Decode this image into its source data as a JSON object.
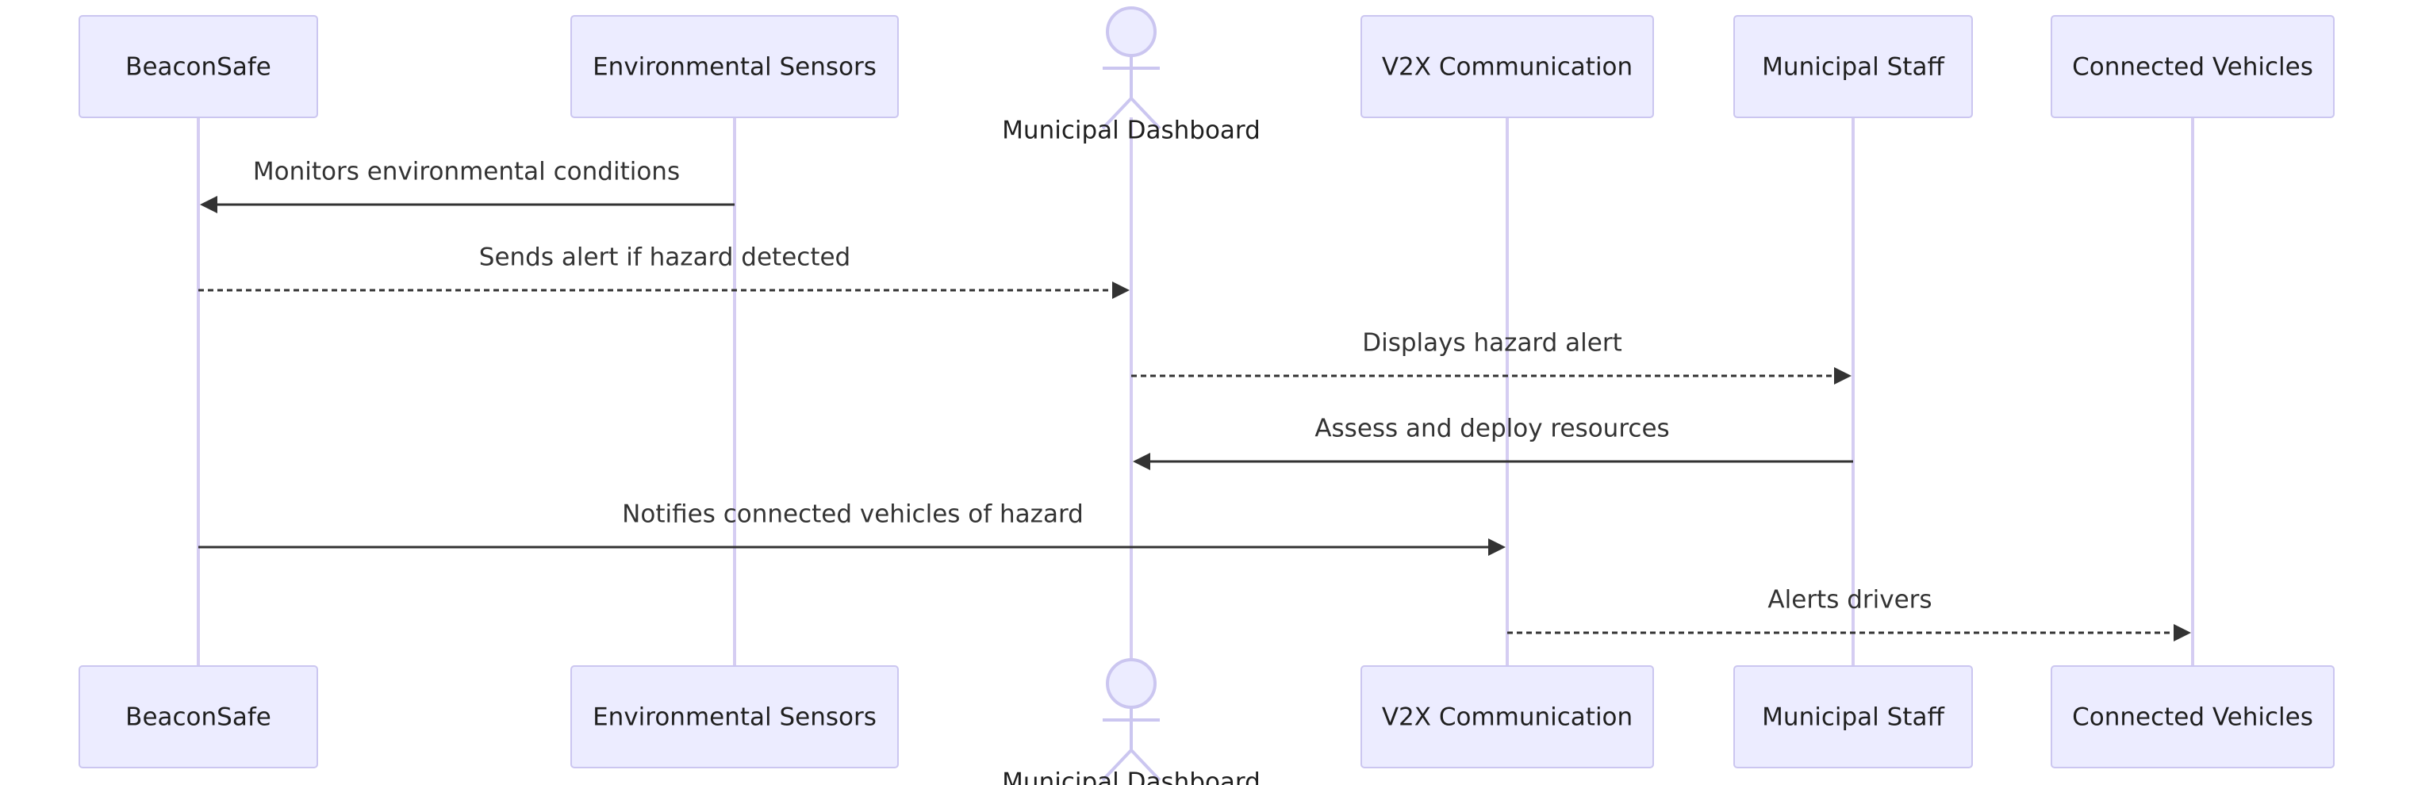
{
  "participants": [
    {
      "id": "beacon",
      "label": "BeaconSafe",
      "type": "box"
    },
    {
      "id": "sensors",
      "label": "Environmental Sensors",
      "type": "box"
    },
    {
      "id": "dashboard",
      "label": "Municipal Dashboard",
      "type": "actor"
    },
    {
      "id": "v2x",
      "label": "V2X Communication",
      "type": "box"
    },
    {
      "id": "staff",
      "label": "Municipal Staff",
      "type": "box"
    },
    {
      "id": "vehicles",
      "label": "Connected Vehicles",
      "type": "box"
    }
  ],
  "messages": [
    {
      "from": "sensors",
      "to": "beacon",
      "text": "Monitors environmental conditions",
      "style": "solid"
    },
    {
      "from": "beacon",
      "to": "dashboard",
      "text": "Sends alert if hazard detected",
      "style": "dotted"
    },
    {
      "from": "dashboard",
      "to": "staff",
      "text": "Displays hazard alert",
      "style": "dotted"
    },
    {
      "from": "staff",
      "to": "dashboard",
      "text": "Assess and deploy resources",
      "style": "solid"
    },
    {
      "from": "beacon",
      "to": "v2x",
      "text": "Notifies connected vehicles of hazard",
      "style": "solid"
    },
    {
      "from": "v2x",
      "to": "vehicles",
      "text": "Alerts drivers",
      "style": "dotted"
    }
  ],
  "colors": {
    "actor_fill": "#ececff",
    "actor_border": "#cbc6f0",
    "lifeline": "#d5cdf2",
    "message": "#333333"
  }
}
